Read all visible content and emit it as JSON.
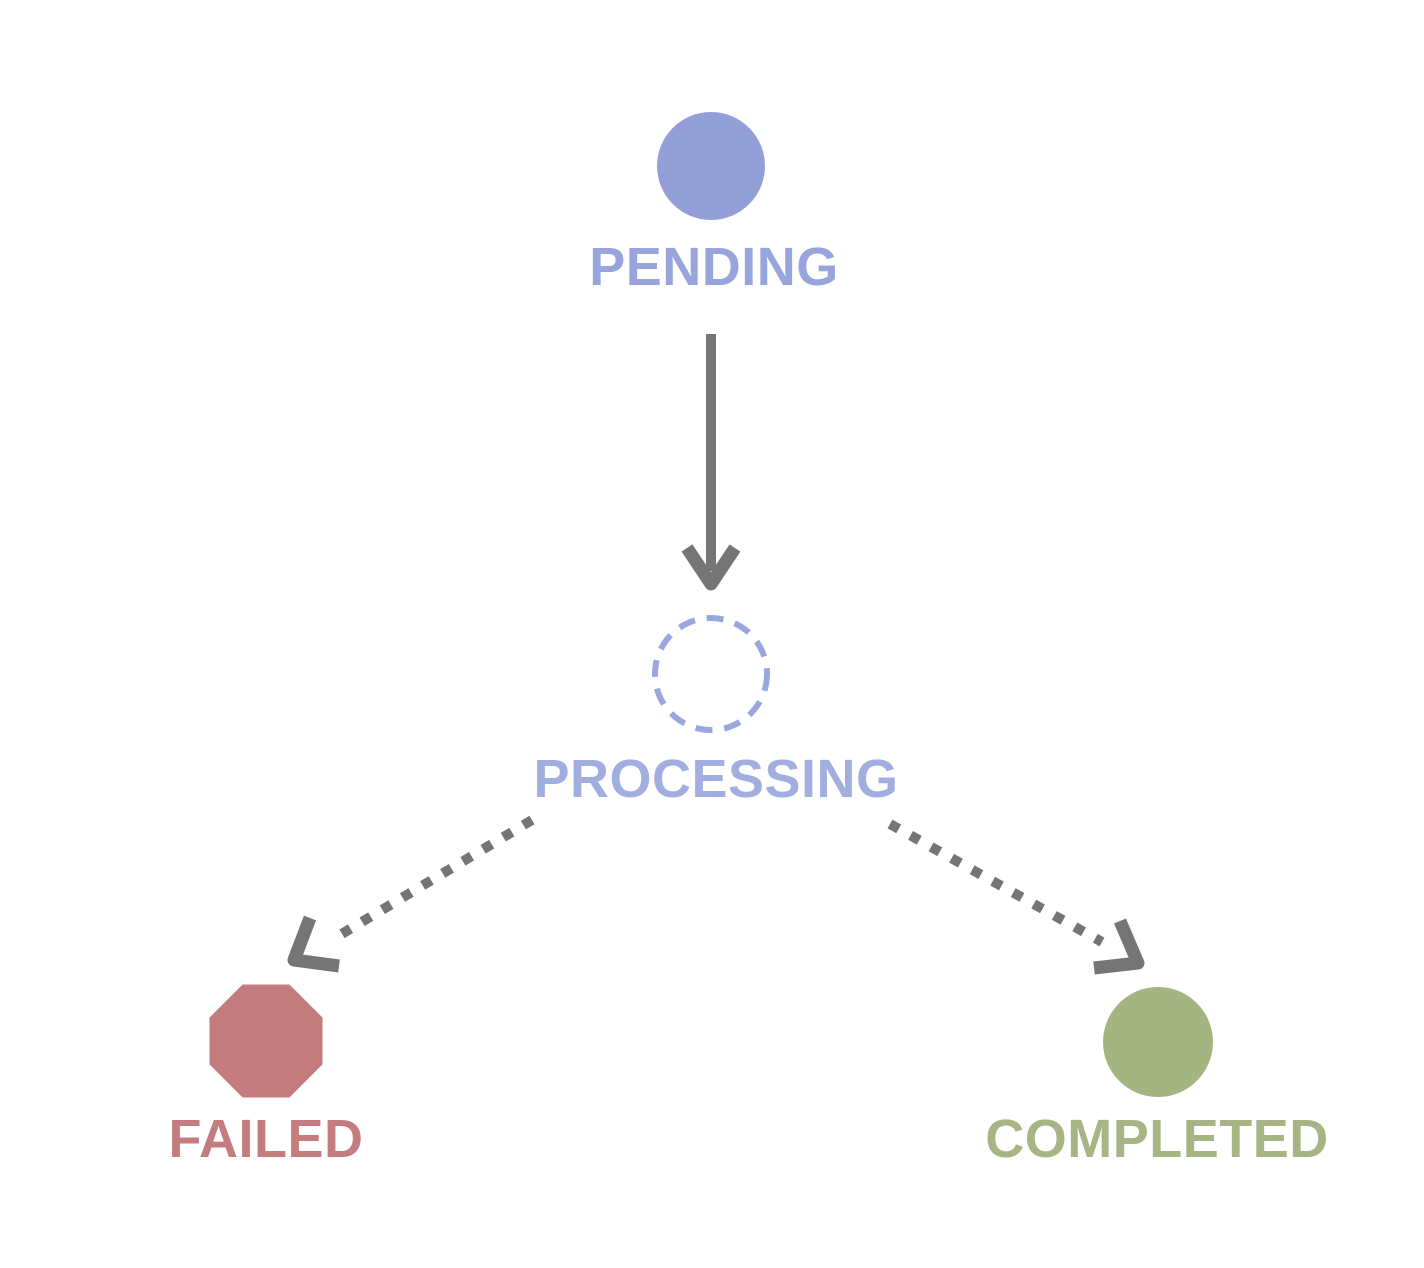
{
  "diagram": {
    "background_color": "#ffffff",
    "arrow_color": "#757575",
    "nodes": {
      "pending": {
        "label": "PENDING",
        "shape": "solid-circle",
        "fill_color": "#93A0D8",
        "label_color": "#98A5DC"
      },
      "processing": {
        "label": "PROCESSING",
        "shape": "dashed-circle",
        "stroke_color": "#9AA7DE",
        "label_color": "#A2AEE0"
      },
      "failed": {
        "label": "FAILED",
        "shape": "octagon",
        "fill_color": "#C37B7E",
        "label_color": "#C47C7F"
      },
      "completed": {
        "label": "COMPLETED",
        "shape": "solid-circle",
        "fill_color": "#A5B581",
        "label_color": "#A6B583"
      }
    },
    "edges": [
      {
        "from": "PENDING",
        "to": "PROCESSING",
        "style": "solid"
      },
      {
        "from": "PROCESSING",
        "to": "FAILED",
        "style": "dotted"
      },
      {
        "from": "PROCESSING",
        "to": "COMPLETED",
        "style": "dotted"
      }
    ]
  }
}
